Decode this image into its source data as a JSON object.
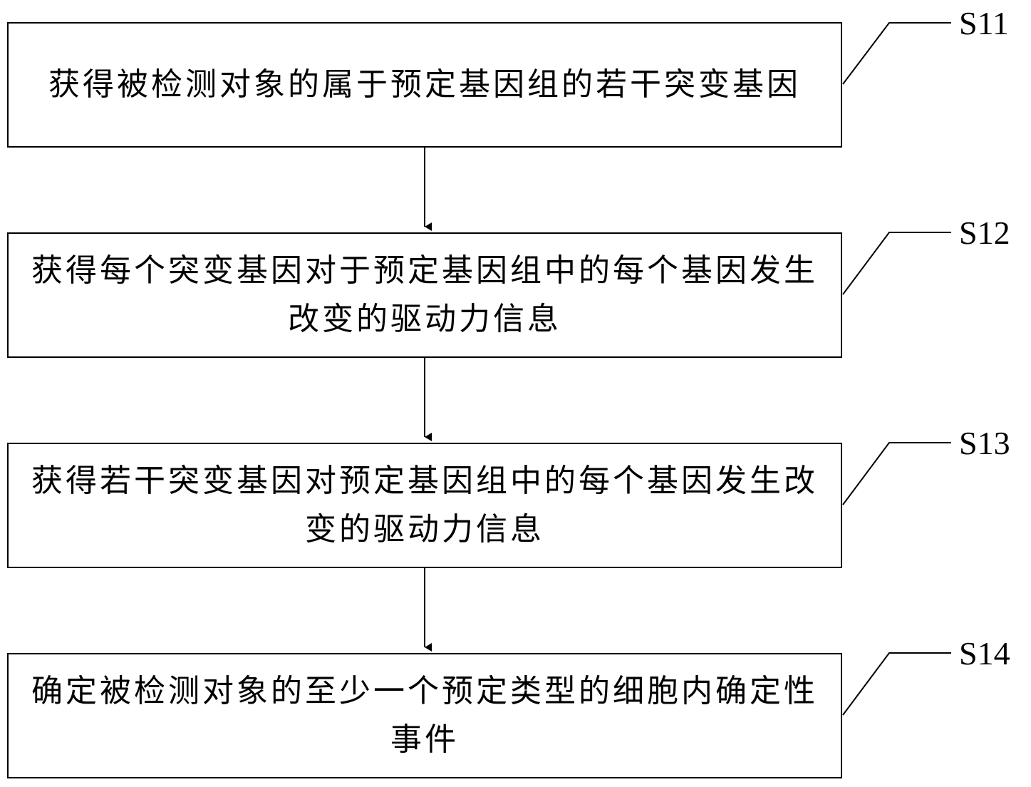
{
  "steps": [
    {
      "id": "S11",
      "text": "获得被检测对象的属于预定基因组的若干突变基因"
    },
    {
      "id": "S12",
      "text": "获得每个突变基因对于预定基因组中的每个基因发生改变的驱动力信息"
    },
    {
      "id": "S13",
      "text": "获得若干突变基因对预定基因组中的每个基因发生改变的驱动力信息"
    },
    {
      "id": "S14",
      "text": "确定被检测对象的至少一个预定类型的细胞内确定性事件"
    }
  ]
}
